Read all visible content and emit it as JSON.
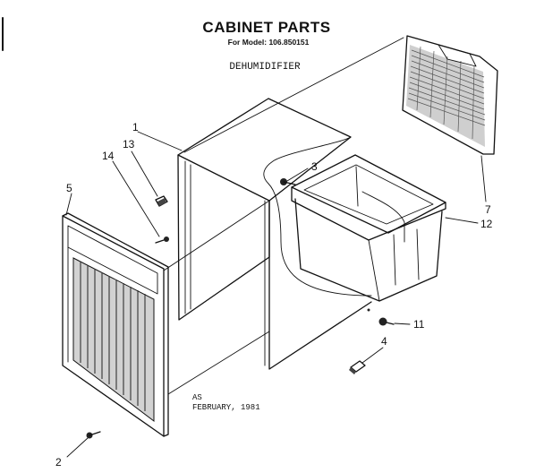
{
  "header": {
    "title": "CABINET PARTS",
    "model_line": "For Model: 106.850151",
    "product": "DEHUMIDIFIER"
  },
  "footer": {
    "code": "AS",
    "date": "FEBRUARY, 1981"
  },
  "callouts": [
    {
      "number": "1",
      "part": "cabinet-wrapper"
    },
    {
      "number": "2",
      "part": "front-screw"
    },
    {
      "number": "3",
      "part": "bucket-screw"
    },
    {
      "number": "4",
      "part": "plug"
    },
    {
      "number": "5",
      "part": "front-grille"
    },
    {
      "number": "7",
      "part": "filter"
    },
    {
      "number": "11",
      "part": "screw"
    },
    {
      "number": "12",
      "part": "water-bucket"
    },
    {
      "number": "13",
      "part": "clip"
    },
    {
      "number": "14",
      "part": "screw"
    }
  ]
}
